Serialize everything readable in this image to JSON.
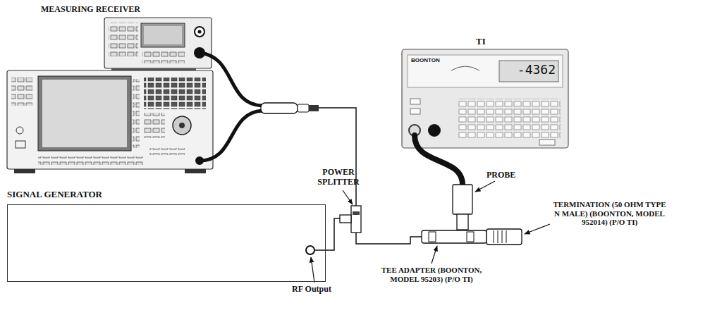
{
  "diagram": {
    "nodes": [
      {
        "text": [
          "SIGNAL GENERATOR"
        ]
      }
    ],
    "labels": [
      "MEASURING RECEIVER",
      "TI",
      "POWER SPLITTER",
      "PROBE",
      "TERMINATION (50 OHM TYPE N MALE) (BOONTON, MODEL 952014) (P/O TI)",
      "TEE ADAPTER (BOONTON, MODEL 95203) (P/O TI)",
      "RF Output",
      "BOONTON",
      "-4362"
    ]
  }
}
